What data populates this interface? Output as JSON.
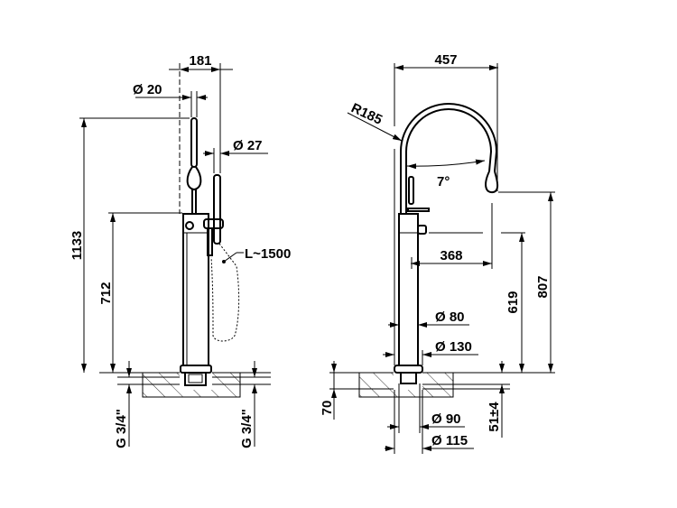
{
  "drawing": {
    "side_view": {
      "dim_width": "181",
      "dim_handle_diameter": "Ø 20",
      "dim_shower_diameter": "Ø 27",
      "dim_total_height": "1133",
      "dim_body_height": "712",
      "hose_length": "L~1500",
      "thread_left": "G 3/4\"",
      "thread_right": "G 3/4\""
    },
    "front_view": {
      "dim_reach": "457",
      "dim_radius": "R185",
      "dim_swivel_angle": "7°",
      "dim_spout_offset": "368",
      "dim_spout_height": "807",
      "dim_mixer_height": "619",
      "dim_column_diameter": "Ø 80",
      "dim_base_diameter": "Ø 130",
      "dim_floor_depth": "70",
      "dim_inlet_depth": "51±4",
      "dim_flange_diameter": "Ø 90",
      "dim_hole_diameter": "Ø 115"
    }
  }
}
